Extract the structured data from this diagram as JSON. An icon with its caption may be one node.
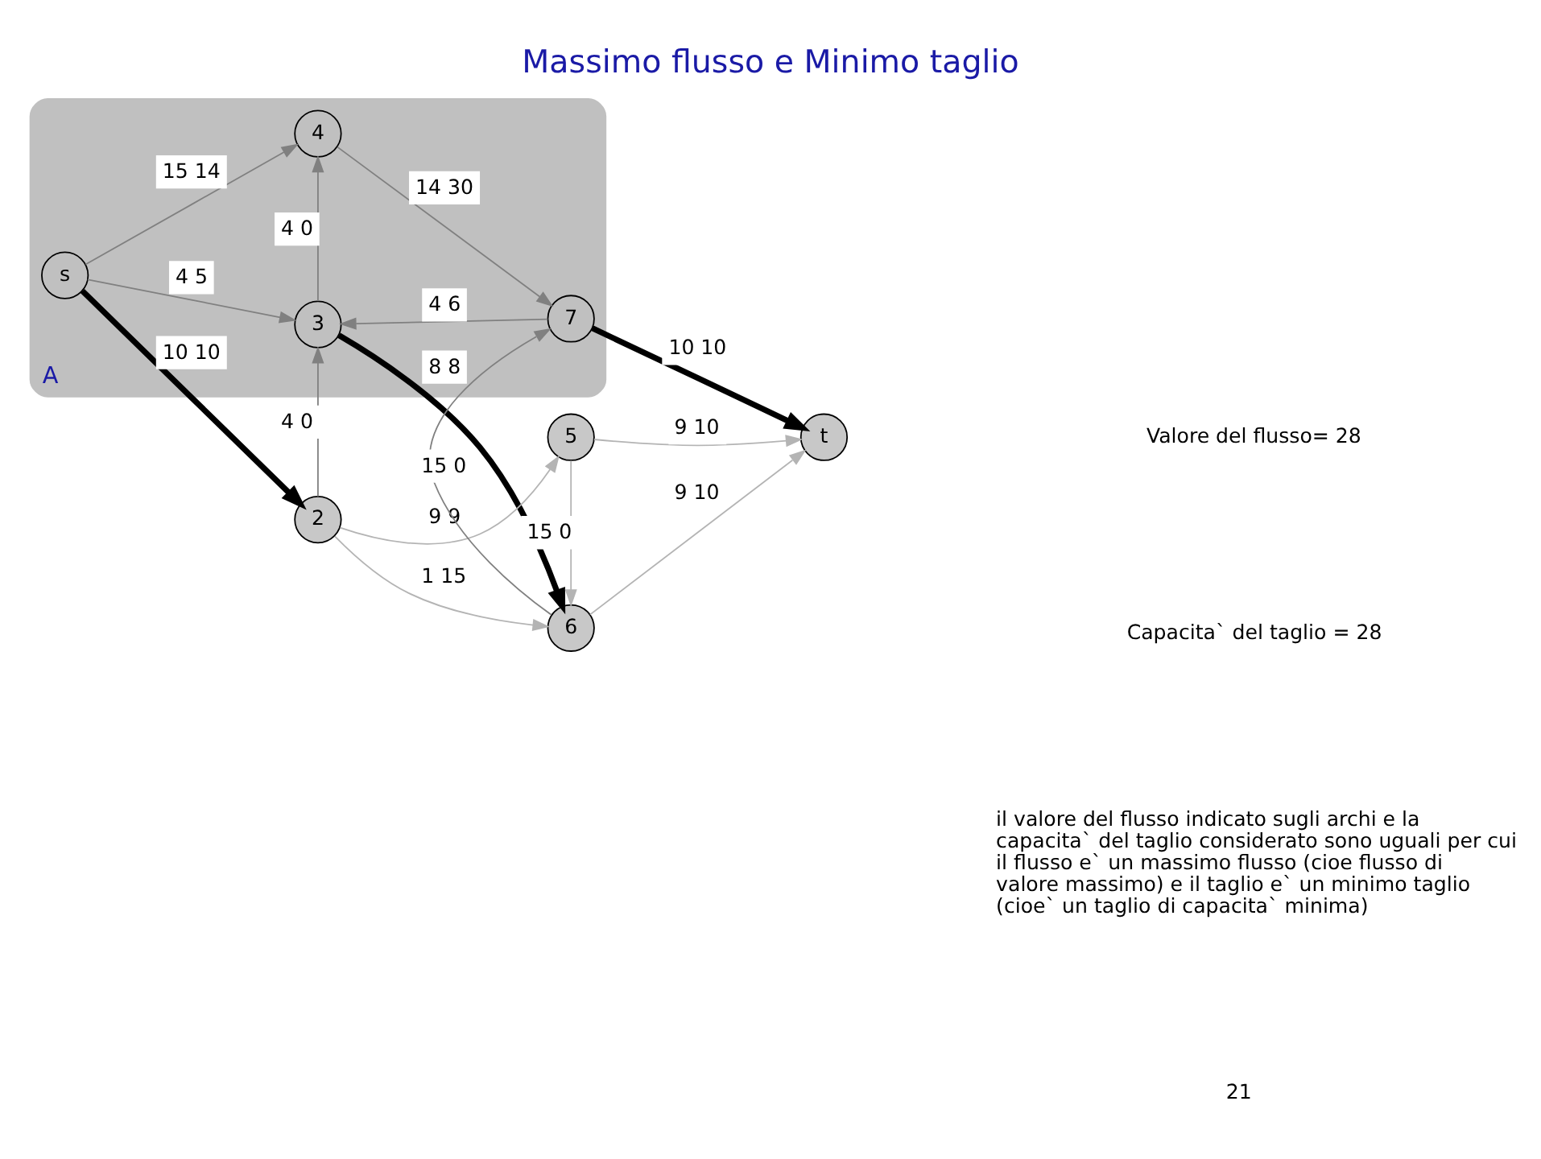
{
  "diagram": {
    "title": "Massimo flusso e Minimo taglio",
    "nodes": [
      {
        "text": [
          "A"
        ]
      },
      {
        "text": [
          "s"
        ],
        "in": 0
      },
      {
        "text": [
          "2"
        ]
      },
      {
        "text": [
          "3"
        ],
        "in": 0
      },
      {
        "text": [
          "4"
        ],
        "in": 0
      },
      {
        "text": [
          "5"
        ]
      },
      {
        "text": [
          "6"
        ]
      },
      {
        "text": [
          "7"
        ],
        "in": 0
      },
      {
        "text": [
          "t"
        ]
      }
    ],
    "edges": [
      {
        "from": 1,
        "to": 2,
        "arrow": "to",
        "label": "10 10",
        "style": "thick",
        "color": "#000000"
      },
      {
        "from": 1,
        "to": 3,
        "arrow": "to",
        "label": "4 5"
      },
      {
        "from": 1,
        "to": 4,
        "arrow": "to",
        "label": "15 14"
      },
      {
        "from": 2,
        "to": 5,
        "arrow": "to",
        "label": "9 9",
        "color": "#b4b4b4"
      },
      {
        "from": 2,
        "to": 3,
        "arrow": "to",
        "label": "4 0"
      },
      {
        "from": 2,
        "to": 6,
        "arrow": "to",
        "label": "1 15",
        "color": "#b4b4b4"
      },
      {
        "from": 3,
        "to": 6,
        "arrow": "to",
        "label": "8 8",
        "style": "thick",
        "color": "#000000"
      },
      {
        "from": 3,
        "to": 4,
        "arrow": "to",
        "label": "4 0"
      },
      {
        "from": 7,
        "to": 3,
        "arrow": "to",
        "label": "4 6"
      },
      {
        "from": 4,
        "to": 7,
        "arrow": "to",
        "label": "14 30"
      },
      {
        "from": 5,
        "to": 6,
        "arrow": "to",
        "label": "15 0",
        "color": "#b4b4b4"
      },
      {
        "from": 5,
        "to": 8,
        "arrow": "to",
        "label": "9 10",
        "color": "#b4b4b4"
      },
      {
        "from": 6,
        "to": 8,
        "arrow": "to",
        "label": "9 10",
        "color": "#b4b4b4"
      },
      {
        "from": 6,
        "to": 7,
        "arrow": "to",
        "label": "15 0"
      },
      {
        "from": 7,
        "to": 8,
        "arrow": "to",
        "label": "10 10",
        "style": "thick",
        "color": "#000000"
      }
    ],
    "labels": [
      "Valore del flusso= 28",
      "Capacita` del taglio = 28",
      "il valore del flusso indicato sugli archi e la capacita` del taglio considerato sono uguali per cui il flusso e` un massimo flusso (cioe flusso di valore massimo) e il taglio e` un minimo taglio (cioe` un taglio di capacita` minima)",
      "21"
    ]
  }
}
